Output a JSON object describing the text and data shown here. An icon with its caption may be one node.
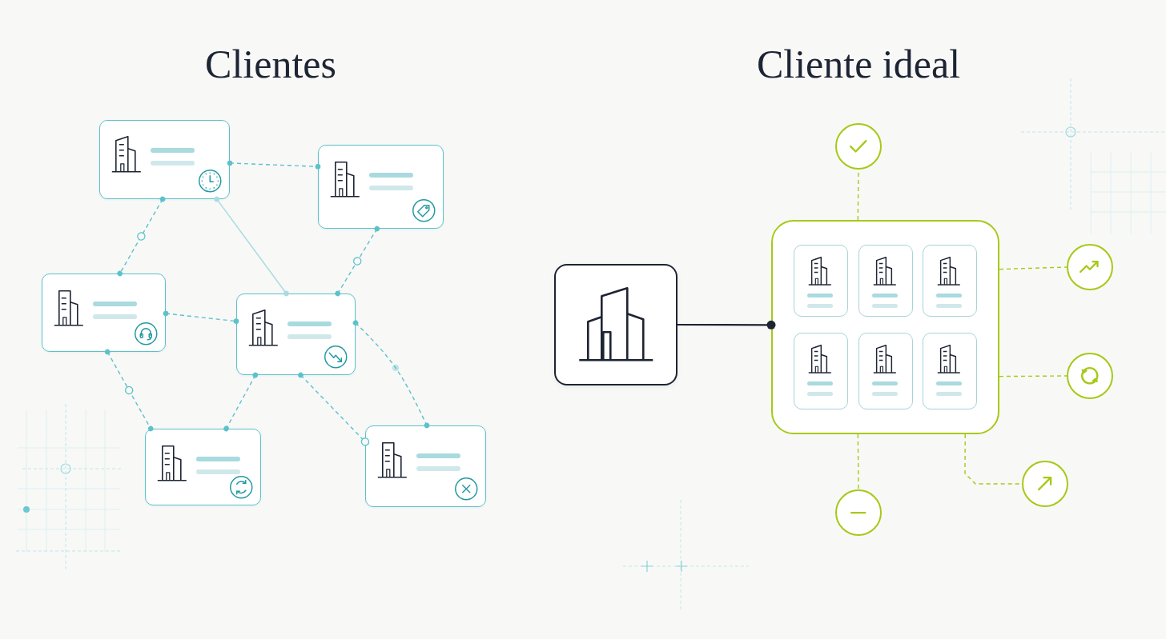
{
  "diagram": {
    "nodes": [
      {
        "text": [],
        "shape": "box"
      },
      {
        "text": [],
        "shape": "box"
      },
      {
        "text": [],
        "shape": "box"
      },
      {
        "text": [],
        "shape": "box"
      },
      {
        "text": [],
        "shape": "box"
      },
      {
        "text": [],
        "shape": "box"
      },
      {
        "text": [],
        "shape": "box"
      },
      {
        "text": [],
        "shape": "box"
      },
      {
        "text": [],
        "shape": "box",
        "in": 7
      },
      {
        "text": [],
        "shape": "box",
        "in": 7
      },
      {
        "text": [],
        "shape": "box",
        "in": 7
      },
      {
        "text": [],
        "shape": "box",
        "in": 7
      },
      {
        "text": [],
        "shape": "box",
        "in": 7
      },
      {
        "text": [],
        "shape": "box",
        "in": 7
      },
      {
        "text": [],
        "shape": "circle"
      },
      {
        "text": [],
        "shape": "circle"
      },
      {
        "text": [],
        "shape": "circle"
      },
      {
        "text": [],
        "shape": "circle"
      },
      {
        "text": [],
        "shape": "circle"
      }
    ],
    "edges": [
      {
        "from": 0,
        "to": 1,
        "arrow": "other",
        "style": "dashed"
      },
      {
        "from": 0,
        "to": 2,
        "arrow": "other",
        "style": "dashed"
      },
      {
        "from": 0,
        "to": 3,
        "arrow": "other",
        "color": "#a7dce1"
      },
      {
        "from": 1,
        "to": 3,
        "arrow": "other",
        "style": "dashed"
      },
      {
        "from": 2,
        "to": 3,
        "arrow": "other",
        "style": "dashed"
      },
      {
        "from": 2,
        "to": 4,
        "arrow": "other",
        "style": "dashed"
      },
      {
        "from": 3,
        "to": 4,
        "arrow": "other",
        "style": "dashed"
      },
      {
        "from": 3,
        "to": 5,
        "arrow": "other",
        "style": "dashed"
      },
      {
        "from": 3,
        "to": 5,
        "arrow": "other",
        "style": "dashed"
      },
      {
        "from": 6,
        "to": 7,
        "arrow": "other",
        "color": "#1d2433"
      },
      {
        "from": 7,
        "to": 14,
        "arrow": "none",
        "style": "dashed",
        "color": "#a6c918"
      },
      {
        "from": 7,
        "to": 15,
        "arrow": "none",
        "style": "dashed",
        "color": "#a6c918"
      },
      {
        "from": 7,
        "to": 16,
        "arrow": "none",
        "style": "dashed",
        "color": "#a6c918"
      },
      {
        "from": 7,
        "to": 17,
        "arrow": "none",
        "style": "dashed",
        "color": "#a6c918"
      },
      {
        "from": 7,
        "to": 18,
        "arrow": "none",
        "style": "dashed",
        "color": "#a6c918"
      }
    ],
    "labels": [
      "Clientes",
      "Cliente ideal"
    ]
  }
}
